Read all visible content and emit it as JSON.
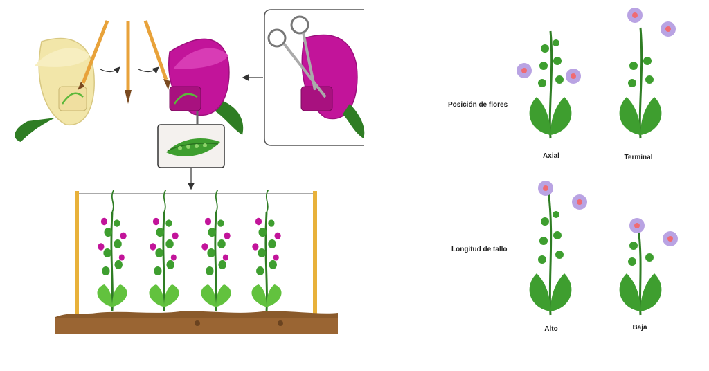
{
  "diagram": {
    "row_labels": {
      "flower_position": "Posición de flores",
      "stem_length": "Longitud de tallo"
    },
    "variant_labels": {
      "axial": "Axial",
      "terminal": "Terminal",
      "tall": "Alto",
      "short": "Baja"
    }
  },
  "colors": {
    "pea_flower": "#b9a3e3",
    "pea_flower_center": "#ef6b73",
    "leaf_green": "#3e9e2f",
    "stem_green": "#2f7d24",
    "magenta_flower": "#c2149a",
    "cream_flower": "#f2e6a9",
    "soil": "#8a5a2b",
    "stake": "#e8b13a"
  }
}
